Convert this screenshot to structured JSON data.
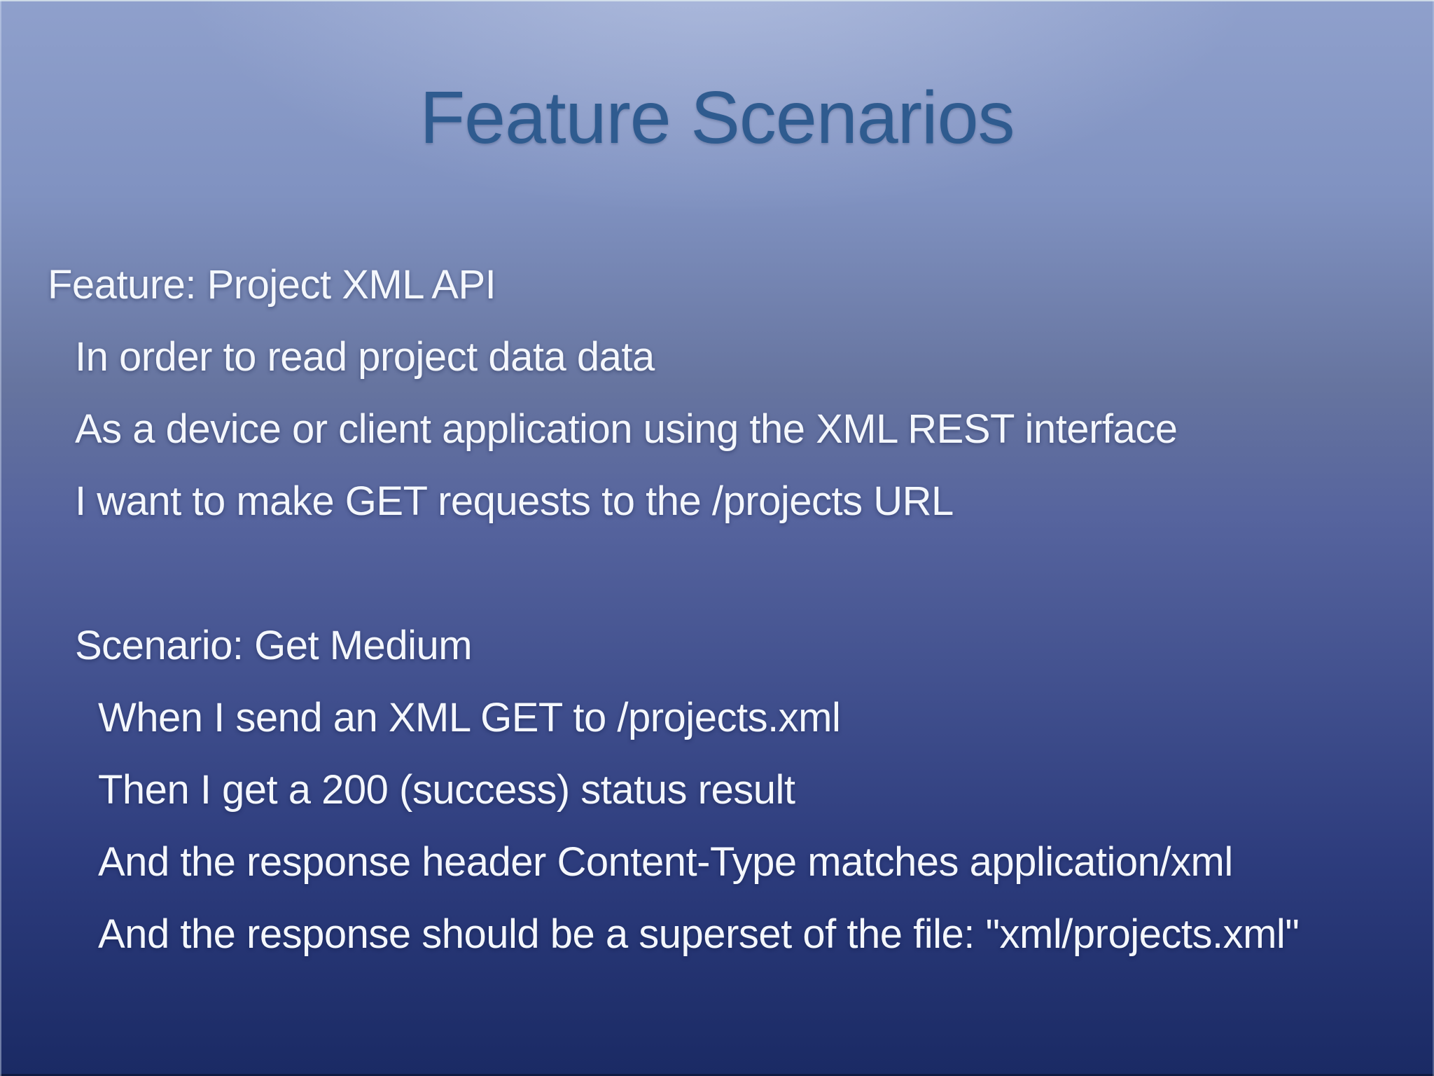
{
  "slide": {
    "title": "Feature Scenarios",
    "feature": {
      "heading": "Feature: Project XML API",
      "description_lines": [
        "In order to read project data data",
        "As a device or client application using the XML REST interface",
        "I want to make GET requests to the /projects URL"
      ]
    },
    "scenario": {
      "heading": "Scenario: Get Medium",
      "steps": [
        "When I send an XML GET to /projects.xml",
        "Then I get a 200 (success) status result",
        "And the response header Content-Type matches application/xml",
        "And the response should be a superset of the file: \"xml/projects.xml\""
      ]
    },
    "colors": {
      "title_text": "#2f5b8f",
      "body_text": "#f4f7fc",
      "bg_top_center": "#aab3d7",
      "bg_top_corner": "#8fa0cc",
      "bg_middle": "#56649e",
      "bg_bottom": "#1a2a64"
    }
  }
}
